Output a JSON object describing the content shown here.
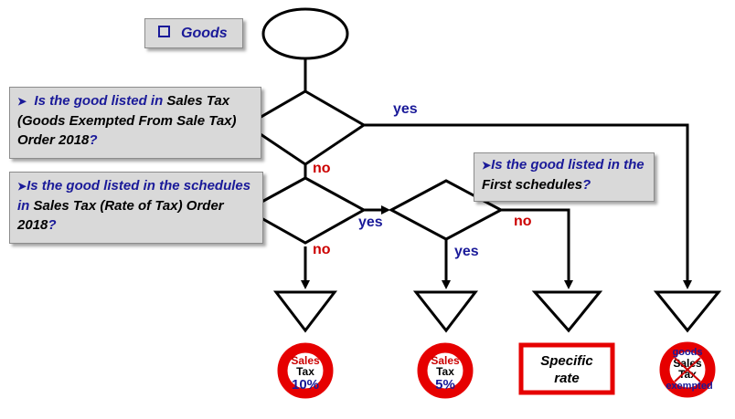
{
  "start": {
    "label": "Goods"
  },
  "questions": {
    "q1": {
      "prefix": "Is the good listed in ",
      "name": "Sales Tax (Goods Exempted From Sale Tax) Order 2018",
      "suffix": "?"
    },
    "q2": {
      "prefix": "Is the good listed in the schedules in ",
      "name": "Sales Tax (Rate of Tax) Order 2018",
      "suffix": "?"
    },
    "q3": {
      "prefix": "Is the good listed in the ",
      "name": "First schedules",
      "suffix": "?"
    }
  },
  "edge_labels": {
    "yes1": "yes",
    "no1": "no",
    "yes2": "yes",
    "no2": "no",
    "yes3": "yes",
    "no3": "no"
  },
  "outcomes": {
    "sales_tax_10": {
      "line1": "Sales",
      "line2": "Tax",
      "line3": "10%"
    },
    "sales_tax_5": {
      "line1": "Sales",
      "line2": "Tax",
      "line3": "5%"
    },
    "specific_rate": {
      "line1": "Specific",
      "line2": "rate"
    },
    "exempted": {
      "top": "goods",
      "line1": "Sales",
      "line2": "Tax",
      "bottom": "exempted"
    }
  },
  "colors": {
    "question_text": "#1a1a99",
    "edge_label_yes": "#1a1a99",
    "edge_label_no": "#cc0000",
    "sign_red": "#e60000",
    "box_fill": "#d9d9d9"
  }
}
